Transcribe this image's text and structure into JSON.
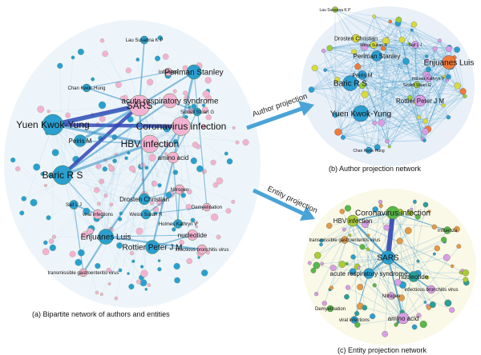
{
  "colors": {
    "author": "#2a9fd0",
    "entity": "#f4b2d2",
    "edge": "#2a8ec4",
    "edge_heavy": "#2f45b5",
    "arrow": "#4aa3d6",
    "author_yellow": "#d8dc3a",
    "author_orange": "#f07a3a",
    "author_lime": "#9ccc3a",
    "entity_green": "#58b848",
    "entity_lime": "#aacc38",
    "entity_teal": "#2a9f9c",
    "entity_orange": "#e29a4a",
    "entity_violet": "#d99ee6",
    "bg_a": "#eef5fa",
    "bg_b": "#e9f0f8",
    "bg_c": "#faf8e6"
  },
  "arrows": {
    "author": "Author projection",
    "entity": "Entity projection"
  },
  "captions": {
    "a": "(a) Bipartite network of authors and entities",
    "b": "(b) Author projection network",
    "c": "(c) Entity projection network"
  },
  "panel_a": {
    "nodes": [
      {
        "id": "sars",
        "label": "SARS",
        "type": "entity",
        "size": 22
      },
      {
        "id": "cov",
        "label": "Coronavirus infection",
        "type": "entity",
        "size": 19
      },
      {
        "id": "hbv",
        "label": "HBV infection",
        "type": "entity",
        "size": 18
      },
      {
        "id": "acute",
        "label": "acute respiratory syndrome",
        "type": "entity",
        "size": 14
      },
      {
        "id": "amino",
        "label": "amino acid",
        "type": "entity",
        "size": 10
      },
      {
        "id": "nitro",
        "label": "Nitrogen",
        "type": "entity",
        "size": 8
      },
      {
        "id": "nucl",
        "label": "nucleotide",
        "type": "entity",
        "size": 9
      },
      {
        "id": "ibv",
        "label": "infectious bronchitis virus",
        "type": "entity",
        "size": 8
      },
      {
        "id": "viral",
        "label": "viral infections",
        "type": "entity",
        "size": 8
      },
      {
        "id": "tgv",
        "label": "transmissible gastroenteritis virus",
        "type": "entity",
        "size": 6
      },
      {
        "id": "infa",
        "label": "Influenza",
        "type": "entity",
        "size": 6
      },
      {
        "id": "demy",
        "label": "Demyelination",
        "type": "entity",
        "size": 6
      },
      {
        "id": "yuen",
        "label": "Yuen Kwok-Yung",
        "type": "author",
        "size": 22
      },
      {
        "id": "baric",
        "label": "Baric R S",
        "type": "author",
        "size": 20
      },
      {
        "id": "enju",
        "label": "Enjuanes Luis",
        "type": "author",
        "size": 15
      },
      {
        "id": "perl",
        "label": "Perlman Stanley",
        "type": "author",
        "size": 14
      },
      {
        "id": "rott",
        "label": "Rottier Peter J M",
        "type": "author",
        "size": 13
      },
      {
        "id": "peir",
        "label": "Peiris M",
        "type": "author",
        "size": 11
      },
      {
        "id": "dros",
        "label": "Drosten Christian",
        "type": "author",
        "size": 10
      },
      {
        "id": "weis",
        "label": "Weiss Susan R",
        "type": "author",
        "size": 8
      },
      {
        "id": "holm",
        "label": "Holmes Kathryn V",
        "type": "author",
        "size": 7
      },
      {
        "id": "saif",
        "label": "Saif L J",
        "type": "author",
        "size": 7
      },
      {
        "id": "chan",
        "label": "Chan Kwok-Hung",
        "type": "author",
        "size": 6
      },
      {
        "id": "sidd",
        "label": "Siddell Stuart G",
        "type": "author",
        "size": 6
      },
      {
        "id": "lau",
        "label": "Lau Susanna K P",
        "type": "author",
        "size": 6
      }
    ],
    "edges": [
      {
        "s": "yuen",
        "t": "sars",
        "w": 5
      },
      {
        "s": "baric",
        "t": "sars",
        "w": 4
      },
      {
        "s": "yuen",
        "t": "cov",
        "w": 4
      },
      {
        "s": "peir",
        "t": "sars",
        "w": 3
      },
      {
        "s": "yuen",
        "t": "hbv",
        "w": 3
      },
      {
        "s": "baric",
        "t": "hbv",
        "w": 3
      },
      {
        "s": "perl",
        "t": "cov",
        "w": 2.5
      },
      {
        "s": "enju",
        "t": "cov",
        "w": 2
      },
      {
        "s": "rott",
        "t": "cov",
        "w": 2
      },
      {
        "s": "perl",
        "t": "sars",
        "w": 2
      },
      {
        "s": "baric",
        "t": "acute",
        "w": 2
      },
      {
        "s": "dros",
        "t": "sars",
        "w": 2
      },
      {
        "s": "enju",
        "t": "ibv",
        "w": 2
      },
      {
        "s": "enju",
        "t": "tgv",
        "w": 2
      },
      {
        "s": "rott",
        "t": "nucl",
        "w": 1.5
      },
      {
        "s": "saif",
        "t": "viral",
        "w": 1.5
      },
      {
        "s": "chan",
        "t": "sars",
        "w": 1.5
      },
      {
        "s": "lau",
        "t": "sars",
        "w": 1.5
      },
      {
        "s": "sidd",
        "t": "acute",
        "w": 1.5
      },
      {
        "s": "weis",
        "t": "nitro",
        "w": 1.2
      },
      {
        "s": "holm",
        "t": "nitro",
        "w": 1.2
      },
      {
        "s": "peir",
        "t": "hbv",
        "w": 1.2
      },
      {
        "s": "dros",
        "t": "nitro",
        "w": 1
      },
      {
        "s": "rott",
        "t": "ibv",
        "w": 1
      },
      {
        "s": "baric",
        "t": "viral",
        "w": 1
      },
      {
        "s": "saif",
        "t": "tgv",
        "w": 1
      },
      {
        "s": "yuen",
        "t": "acute",
        "w": 1
      },
      {
        "s": "perl",
        "t": "demy",
        "w": 1
      },
      {
        "s": "holm",
        "t": "amino",
        "w": 1
      },
      {
        "s": "weis",
        "t": "demy",
        "w": 1
      },
      {
        "s": "enju",
        "t": "nucl",
        "w": 1
      },
      {
        "s": "sidd",
        "t": "amino",
        "w": 1
      },
      {
        "s": "chan",
        "t": "infa",
        "w": 1
      }
    ]
  },
  "panel_b": {
    "nodes": [
      {
        "id": "enju",
        "label": "Enjuanes Luis",
        "color": "orange",
        "size": 14
      },
      {
        "id": "baric",
        "label": "Baric R S",
        "color": "author",
        "size": 16
      },
      {
        "id": "yuen",
        "label": "Yuen Kwok-Yung",
        "color": "author",
        "size": 17
      },
      {
        "id": "perl",
        "label": "Perlman Stanley",
        "color": "author",
        "size": 10
      },
      {
        "id": "rott",
        "label": "Rottier Peter J M",
        "color": "violet",
        "size": 11
      },
      {
        "id": "dros",
        "label": "Drosten Christian",
        "color": "author_yellow",
        "size": 7
      },
      {
        "id": "weis",
        "label": "Weiss Susan R",
        "color": "author_yellow",
        "size": 6
      },
      {
        "id": "peir",
        "label": "Peiris M",
        "color": "author",
        "size": 8
      },
      {
        "id": "saif",
        "label": "Saif L J",
        "color": "violet",
        "size": 6
      },
      {
        "id": "holm",
        "label": "Holmes Kathryn V",
        "color": "violet",
        "size": 6
      },
      {
        "id": "sidd",
        "label": "Siddell Stuart G",
        "color": "author_lime",
        "size": 5
      },
      {
        "id": "chan",
        "label": "Chan Kwok-Hung",
        "color": "author",
        "size": 5
      },
      {
        "id": "lau",
        "label": "Lau Susanna K P",
        "color": "author_lime",
        "size": 4
      }
    ]
  },
  "panel_c": {
    "nodes": [
      {
        "id": "sars",
        "label": "SARS",
        "color": "author",
        "size": 14
      },
      {
        "id": "cov",
        "label": "Coronavirus infection",
        "color": "entity_green",
        "size": 13
      },
      {
        "id": "hbv",
        "label": "HBV infection",
        "color": "entity_lime",
        "size": 11
      },
      {
        "id": "acute",
        "label": "acute respiratory syndrome",
        "color": "author",
        "size": 10
      },
      {
        "id": "nucl",
        "label": "nucleotide",
        "color": "entity_teal",
        "size": 10
      },
      {
        "id": "amino",
        "label": "amino acid",
        "color": "violet",
        "size": 11
      },
      {
        "id": "ibv",
        "label": "infectious bronchitis virus",
        "color": "violet",
        "size": 7
      },
      {
        "id": "nitro",
        "label": "Nitrogen",
        "color": "violet",
        "size": 6
      },
      {
        "id": "viral",
        "label": "viral infections",
        "color": "author",
        "size": 6
      },
      {
        "id": "tgv",
        "label": "transmissible gastroenteritis virus",
        "color": "entity_orange",
        "size": 6
      },
      {
        "id": "infa",
        "label": "Influenza",
        "color": "entity_green",
        "size": 6
      },
      {
        "id": "demy",
        "label": "Demyelination",
        "color": "entity_green",
        "size": 5
      }
    ]
  }
}
